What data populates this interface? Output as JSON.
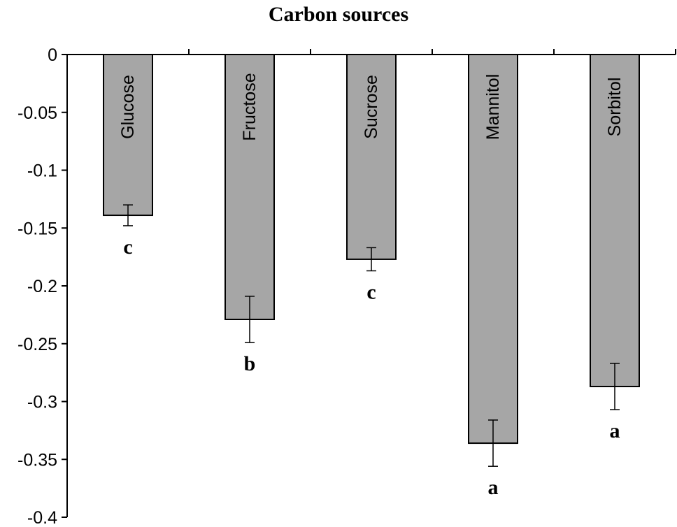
{
  "chart_data": {
    "type": "bar",
    "title": "Carbon sources",
    "xlabel": "",
    "ylabel": "",
    "categories": [
      "Glucose",
      "Fructose",
      "Sucrose",
      "Mannitol",
      "Sorbitol"
    ],
    "values": [
      -0.139,
      -0.229,
      -0.177,
      -0.336,
      -0.287
    ],
    "error": [
      0.009,
      0.02,
      0.01,
      0.02,
      0.02
    ],
    "significance": [
      "c",
      "b",
      "c",
      "a",
      "a"
    ],
    "ylim": [
      -0.4,
      0
    ],
    "yticks": [
      0,
      -0.05,
      -0.1,
      -0.15,
      -0.2,
      -0.25,
      -0.3,
      -0.35,
      -0.4
    ],
    "ytick_labels": [
      "0",
      "-0.05",
      "-0.1",
      "-0.15",
      "-0.2",
      "-0.25",
      "-0.3",
      "-0.35",
      "-0.4"
    ],
    "grid": false,
    "legend": "none",
    "colors": {
      "bar_fill": "#a6a6a6",
      "bar_stroke": "#000000"
    }
  }
}
